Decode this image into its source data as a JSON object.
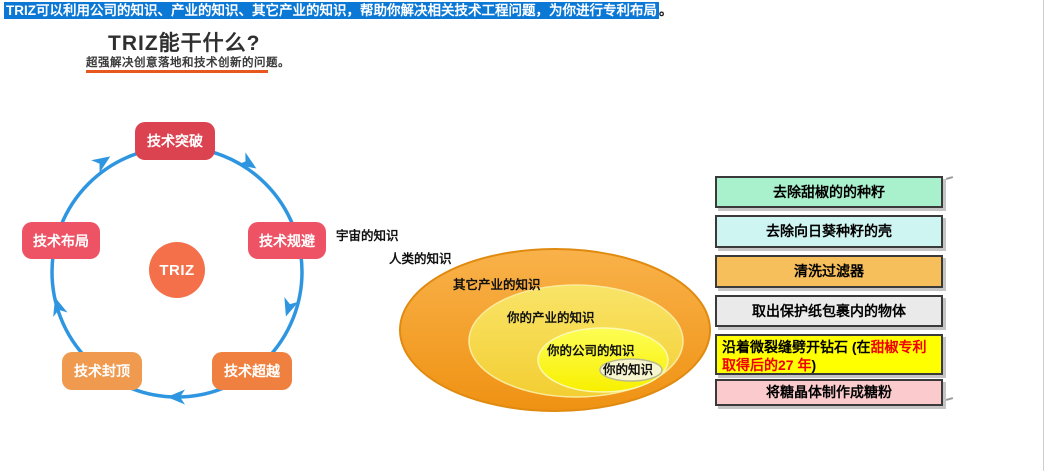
{
  "banner": {
    "highlighted_text": "TRIZ可以利用公司的知识、产业的知识、其它产业的知识，帮助你解决相关技术工程问题，为你进行专利布局",
    "suffix": "。",
    "highlight_color": "#0C78D6",
    "text_color": "#FFFFFF"
  },
  "header": {
    "title": "TRIZ能干什么?",
    "subtitle": "超强解决创意落地和技术创新的问题。",
    "underline_color": "#E8581E"
  },
  "cycle_diagram": {
    "center_label": "TRIZ",
    "center_color": "#F4704B",
    "ring_color": "#2E96E0",
    "direction": "clockwise",
    "nodes": [
      {
        "label": "技术突破",
        "color": "#DC4350",
        "position": "top"
      },
      {
        "label": "技术规避",
        "color": "#EE5365",
        "position": "right"
      },
      {
        "label": "技术超越",
        "color": "#F0803F",
        "position": "bottom-right"
      },
      {
        "label": "技术封顶",
        "color": "#EF9A4E",
        "position": "bottom-left"
      },
      {
        "label": "技术布局",
        "color": "#EE5365",
        "position": "left"
      }
    ]
  },
  "knowledge_diagram": {
    "outside_labels": [
      {
        "label": "宇宙的知识"
      },
      {
        "label": "人类的知识"
      }
    ],
    "ellipses": [
      {
        "label": "其它产业的知识",
        "color": "#F29B20"
      },
      {
        "label": "你的产业的知识",
        "color": "#F7DA4D"
      },
      {
        "label": "你的公司的知识",
        "color": "#FBF43A"
      },
      {
        "label": "你的知识",
        "color": "#F7F5CE"
      }
    ]
  },
  "examples": {
    "items": [
      {
        "text": "去除甜椒的的种籽",
        "color": "#A9F0CD"
      },
      {
        "text": "去除向日葵种籽的壳",
        "color": "#CFF5F2"
      },
      {
        "text": "清洗过滤器",
        "color": "#F6BF5B"
      },
      {
        "text": "取出保护纸包裹内的物体",
        "color": "#EAEAEA"
      },
      {
        "text": "沿着微裂缝劈开钻石 (在甜椒专利取得后的27 年)",
        "color": "#FFFF00"
      },
      {
        "text": "将糖晶体制作成糖粉",
        "color": "#FACACC"
      }
    ],
    "diamond": {
      "part1": "沿着微裂缝劈开钻石 (在",
      "part2": "甜椒专利",
      "part3": "取得后的27 年",
      "part4": ")",
      "red_color": "#F00000"
    }
  }
}
